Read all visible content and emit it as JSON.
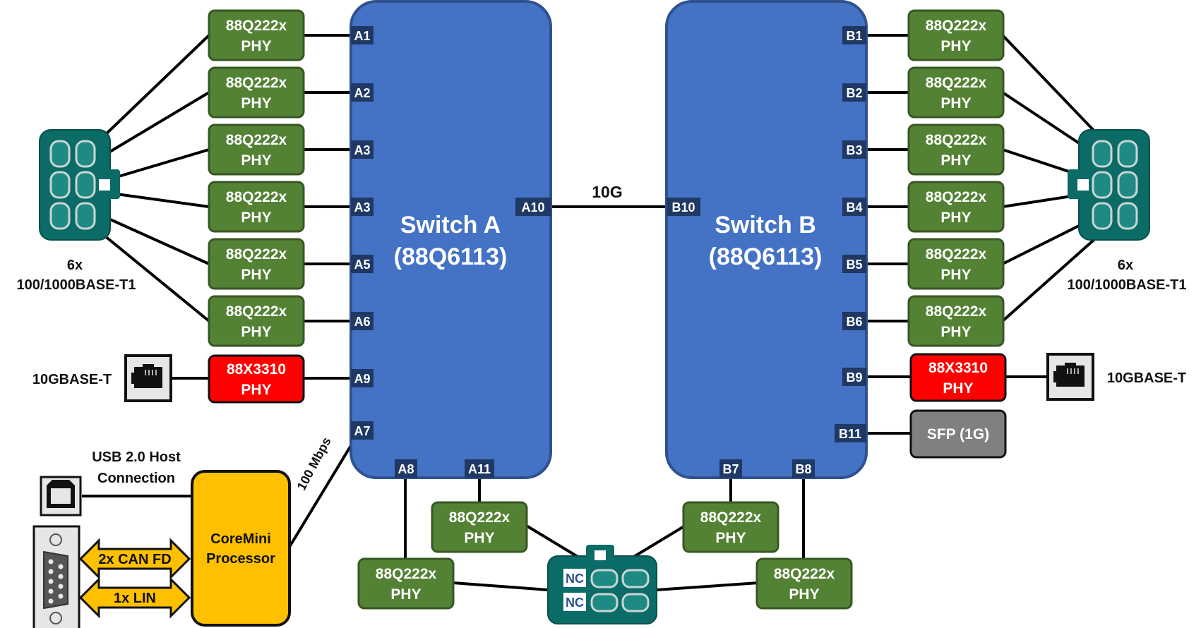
{
  "switch_a": {
    "title": "Switch A",
    "subtitle": "(88Q6113)"
  },
  "switch_b": {
    "title": "Switch B",
    "subtitle": "(88Q6113)"
  },
  "uplink_label": "10G",
  "left_phys": [
    {
      "l1": "88Q222x",
      "l2": "PHY",
      "port": "A1"
    },
    {
      "l1": "88Q222x",
      "l2": "PHY",
      "port": "A2"
    },
    {
      "l1": "88Q222x",
      "l2": "PHY",
      "port": "A3"
    },
    {
      "l1": "88Q222x",
      "l2": "PHY",
      "port": "A3"
    },
    {
      "l1": "88Q222x",
      "l2": "PHY",
      "port": "A5"
    },
    {
      "l1": "88Q222x",
      "l2": "PHY",
      "port": "A6"
    }
  ],
  "right_phys": [
    {
      "l1": "88Q222x",
      "l2": "PHY",
      "port": "B1"
    },
    {
      "l1": "88Q222x",
      "l2": "PHY",
      "port": "B2"
    },
    {
      "l1": "88Q222x",
      "l2": "PHY",
      "port": "B3"
    },
    {
      "l1": "88Q222x",
      "l2": "PHY",
      "port": "B4"
    },
    {
      "l1": "88Q222x",
      "l2": "PHY",
      "port": "B5"
    },
    {
      "l1": "88Q222x",
      "l2": "PHY",
      "port": "B6"
    }
  ],
  "left_10g_phy": {
    "l1": "88X3310",
    "l2": "PHY",
    "port": "A9"
  },
  "right_10g_phy": {
    "l1": "88X3310",
    "l2": "PHY",
    "port": "B9"
  },
  "ports": {
    "a7": "A7",
    "a8": "A8",
    "a10": "A10",
    "a11": "A11",
    "b7": "B7",
    "b8": "B8",
    "b10": "B10",
    "b11": "B11"
  },
  "sfp_label": "SFP (1G)",
  "bottom_phys": {
    "a11": {
      "l1": "88Q222x",
      "l2": "PHY"
    },
    "a8": {
      "l1": "88Q222x",
      "l2": "PHY"
    },
    "b7": {
      "l1": "88Q222x",
      "l2": "PHY"
    },
    "b8": {
      "l1": "88Q222x",
      "l2": "PHY"
    }
  },
  "nc_labels": [
    "NC",
    "NC"
  ],
  "left_connector_label": {
    "l1": "6x",
    "l2": "100/1000BASE-T1"
  },
  "right_connector_label": {
    "l1": "6x",
    "l2": "100/1000BASE-T1"
  },
  "left_10g_label": "10GBASE-T",
  "right_10g_label": "10GBASE-T",
  "usb_label": {
    "l1": "USB 2.0 Host",
    "l2": "Connection"
  },
  "processor": {
    "l1": "CoreMini",
    "l2": "Processor"
  },
  "link_speed_label": "100 Mbps",
  "can_label": "2x CAN FD",
  "lin_label": "1x LIN",
  "colors": {
    "switch_fill": "#4472c4",
    "switch_stroke": "#2f528f",
    "phy_fill": "#548235",
    "red_phy_fill": "#ff0000",
    "sfp_fill": "#808080",
    "processor_fill": "#ffc000",
    "connector_fill": "#0b6b66",
    "port_fill": "#1f3864"
  }
}
